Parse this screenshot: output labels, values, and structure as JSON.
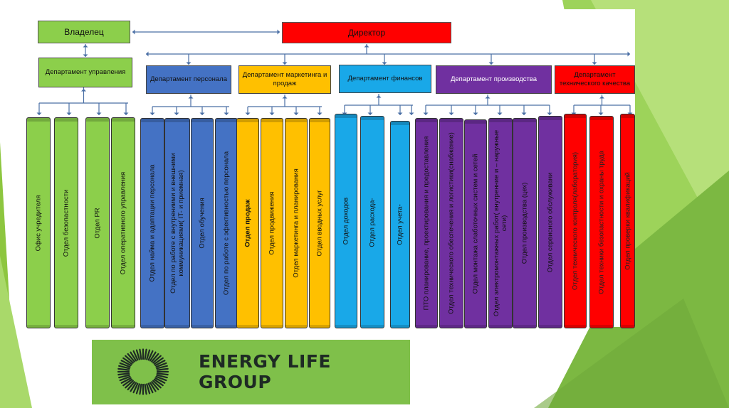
{
  "chart_title": "",
  "top": {
    "owner": "Владелец",
    "director": "Директор"
  },
  "departments": [
    {
      "label": "Департамент управления",
      "color": "#8ccf4b"
    },
    {
      "label": "Департамент персонала",
      "color": "#4472c4"
    },
    {
      "label": "Департамент маркетинга и продаж",
      "color": "#ffc000"
    },
    {
      "label": "Департамент финансов",
      "color": "#19a8e8"
    },
    {
      "label": "Департамент производства",
      "color": "#7030a0"
    },
    {
      "label": "Департамент технического качества",
      "color": "#ff0000"
    }
  ],
  "units": [
    {
      "label": "Офис учредителя",
      "dept": 0
    },
    {
      "label": "Отдел безопастности",
      "dept": 0
    },
    {
      "label": "Отдел PR",
      "dept": 0
    },
    {
      "label": "Отдел оперативного управления",
      "dept": 0
    },
    {
      "label": "Отдел найма и адаптации персонала",
      "dept": 1
    },
    {
      "label": "Отдел по работе с внутрениими и внешними коммуникациями( IT- и приемная)",
      "dept": 1
    },
    {
      "label": "Отдел обучения",
      "dept": 1
    },
    {
      "label": "Отдел по работе с эфективностью персонала",
      "dept": 1
    },
    {
      "label": "Отдел продаж",
      "dept": 2,
      "bold": true
    },
    {
      "label": "Отдел продвижения",
      "dept": 2
    },
    {
      "label": "Отдел маркетинга и планирования",
      "dept": 2
    },
    {
      "label": "Отдел вводных услуг",
      "dept": 2
    },
    {
      "label": "Отдел доходов",
      "dept": 3
    },
    {
      "label": "Отдел расхода-",
      "dept": 3
    },
    {
      "label": "Отдел учета-",
      "dept": 3
    },
    {
      "label": "ПТО планирование, проектирования и предоставления",
      "dept": 4
    },
    {
      "label": "Отдел технического обеспечения и логистики(снабжение)",
      "dept": 4
    },
    {
      "label": "Отдел монтажа слаботочных систем и сетей",
      "dept": 4
    },
    {
      "label": "Отдел электромонтажных работ( внутренние и – наружные сети)",
      "dept": 4
    },
    {
      "label": "Отдел производства (цех)",
      "dept": 4
    },
    {
      "label": "Отдел сервисного обслуживани",
      "dept": 4
    },
    {
      "label": "Отдел технического контроля(лаборатория)",
      "dept": 5
    },
    {
      "label": "Отдел техники безопастности и охраны труда",
      "dept": 5
    },
    {
      "label": "Отдел проверки квалификаций",
      "dept": 5
    }
  ],
  "logo": {
    "line1": "ENERGY LIFE",
    "line2": "GROUP",
    "background": "#7fc04a",
    "text_color": "#1e2a24"
  },
  "colors": {
    "owner_box": "#8ccf4b",
    "director_box": "#ff0000",
    "connector": "#4a6fa5",
    "slide_green": "#8dc63f",
    "slide_green_dark": "#6fa83a"
  }
}
